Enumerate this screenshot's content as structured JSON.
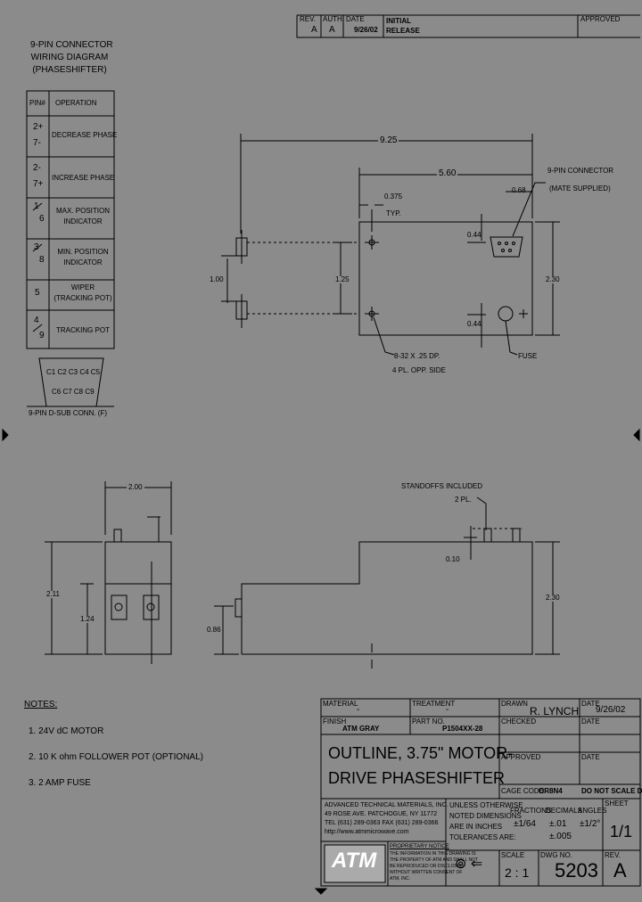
{
  "revision_block": {
    "rev_header": "REV.",
    "auth_header": "AUTH",
    "date_header": "DATE",
    "description_header": "",
    "approved_header": "APPROVED",
    "rev": "A",
    "auth": "A",
    "date": "9/26/02",
    "description_line1": "INITIAL",
    "description_line2": "RELEASE"
  },
  "wiring_table": {
    "title_line1": "9-PIN CONNECTOR",
    "title_line2": "WIRING DIAGRAM",
    "title_line3": "(PHASESHIFTER)",
    "col_pin": "PIN#",
    "col_operation": "OPERATION",
    "rows": [
      {
        "pin_top": "2+",
        "pin_bottom": "7-",
        "op_line1": "DECREASE PHASE",
        "op_line2": ""
      },
      {
        "pin_top": "2-",
        "pin_bottom": "7+",
        "op_line1": "INCREASE PHASE",
        "op_line2": ""
      },
      {
        "pin_top": "1",
        "pin_bottom": "6",
        "op_line1": "MAX. POSITION",
        "op_line2": "INDICATOR"
      },
      {
        "pin_top": "3",
        "pin_bottom": "8",
        "op_line1": "MIN. POSITION",
        "op_line2": "INDICATOR"
      },
      {
        "pin_top": "5",
        "pin_bottom": "",
        "op_line1": "WIPER",
        "op_line2": "(TRACKING POT)"
      },
      {
        "pin_top": "4",
        "pin_bottom": "9",
        "op_line1": "TRACKING POT",
        "op_line2": ""
      }
    ],
    "connector_label": "9-PIN D-SUB CONN. (F)"
  },
  "top_view": {
    "dim_overall": "9.25",
    "dim_body": "5.60",
    "dim_connector_offset": "0.68",
    "dim_hole_offset": "0.375",
    "dim_hole_typ": "TYP.",
    "dim_top_hole": "0.44",
    "dim_bottom_hole": "0.44",
    "dim_left_height": "1.00",
    "dim_hole_spacing": "1.25",
    "dim_height": "2.30",
    "connector_callout_line1": "9-PIN CONNECTOR",
    "connector_callout_line2": "(MATE SUPPLIED)",
    "screw_callout_line1": "8-32 X .25 DP.",
    "screw_callout_line2": "4 PL. OPP. SIDE",
    "fuse_callout": "FUSE"
  },
  "end_view": {
    "dim_width": "2.00",
    "dim_height": "2.11",
    "dim_shaft": "1.24"
  },
  "side_view": {
    "standoffs_line1": "STANDOFFS INCLUDED",
    "standoffs_line2": "2 PL.",
    "dim_standoff": "0.10",
    "dim_height": "2.30",
    "dim_shaft": "0.86"
  },
  "notes": {
    "title": "NOTES:",
    "items": [
      "1. 24V dC MOTOR",
      "2. 10 K ohm FOLLOWER POT (OPTIONAL)",
      "3. 2 AMP FUSE"
    ]
  },
  "title_block": {
    "material_label": "MATERIAL",
    "material_value": "-",
    "treatment_label": "TREATMENT",
    "treatment_value": "-",
    "finish_label": "FINISH",
    "finish_value": "ATM GRAY",
    "part_no_label": "PART NO.",
    "part_no_value": "P1504XX-28",
    "drawn_label": "DRAWN",
    "drawn_value": "R. LYNCH",
    "drawn_date_label": "DATE",
    "drawn_date_value": "9/26/02",
    "checked_label": "CHECKED",
    "checked_date_label": "DATE",
    "approved_label": "APPROVED",
    "approved_date_label": "DATE",
    "title_line1": "OUTLINE, 3.75\" MOTOR-",
    "title_line2": "DRIVE PHASESHIFTER",
    "cage_code_label": "CAGE CODE:",
    "cage_code_value": "OR8N4",
    "do_not_scale": "DO NOT SCALE DWG",
    "company_line1": "ADVANCED TECHNICAL MATERIALS, INC.",
    "company_line2": "49 ROSE AVE. PATCHOGUE, NY 11772",
    "company_line3": "TEL (631) 289-0363  FAX (631) 289-0366",
    "company_line4": "http://www.atmmicrowave.com",
    "logo_text": "ATM",
    "proprietary_title": "PROPRIETARY NOTICE",
    "proprietary_line1": "THE INFORMATION IN THIS DRAWING IS",
    "proprietary_line2": "THE PROPERTY OF ATM AND SHALL NOT",
    "proprietary_line3": "BE REPRODUCED OR DISCLOSED",
    "proprietary_line4": "WITHOUT WRITTEN CONSENT OF",
    "proprietary_line5": "ATM, INC.",
    "tol_line1": "UNLESS OTHERWISE",
    "tol_line2": "NOTED DIMENSIONS",
    "tol_line3": "ARE IN INCHES",
    "tol_line4": "TOLERANCES ARE:",
    "fractions_label": "FRACTIONS",
    "fractions_value": "±1/64",
    "decimals_label": "DECIMALS",
    "decimals_value1": "±.01",
    "decimals_value2": "±.005",
    "angles_label": "ANGLES",
    "angles_value": "±1/2°",
    "sheet_label": "SHEET",
    "sheet_value": "1/1",
    "scale_label": "SCALE",
    "scale_value": "2 : 1",
    "dwg_no_label": "DWG NO.",
    "dwg_no_value": "5203",
    "rev_label": "REV.",
    "rev_value": "A"
  }
}
